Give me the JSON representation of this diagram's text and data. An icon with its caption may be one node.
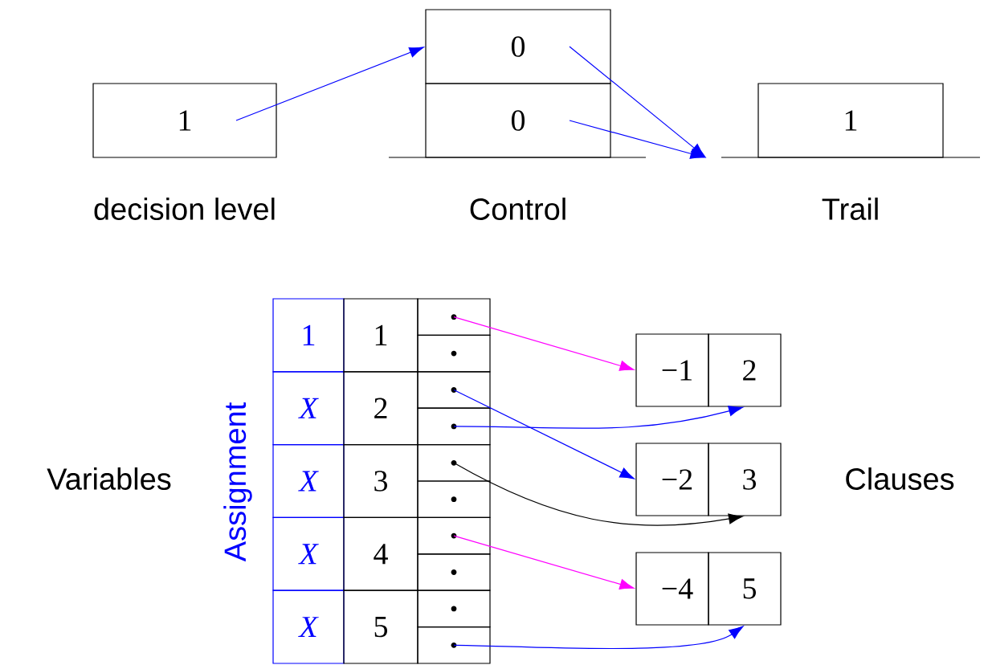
{
  "diagram": {
    "nodes": [
      {
        "text": [
          "1"
        ],
        "beside": [
          "decision level"
        ]
      },
      {
        "text": [
          "0"
        ]
      },
      {
        "text": [
          "0"
        ]
      },
      {
        "text": [
          "1"
        ],
        "beside": [
          "Trail"
        ]
      },
      {
        "text": [
          "1"
        ]
      },
      {
        "text": [
          "X"
        ]
      },
      {
        "text": [
          "X"
        ]
      },
      {
        "text": [
          "X"
        ]
      },
      {
        "text": [
          "X"
        ]
      },
      {
        "text": [
          "1"
        ]
      },
      {
        "text": [
          "2"
        ]
      },
      {
        "text": [
          "3"
        ]
      },
      {
        "text": [
          "4"
        ]
      },
      {
        "text": [
          "5"
        ]
      },
      {
        "text": [],
        "shape": "box"
      },
      {
        "text": [],
        "shape": "box"
      },
      {
        "text": [],
        "shape": "box"
      },
      {
        "text": [],
        "shape": "box"
      },
      {
        "text": [],
        "shape": "box"
      },
      {
        "text": [],
        "shape": "box"
      },
      {
        "text": [],
        "shape": "box"
      },
      {
        "text": [],
        "shape": "box"
      },
      {
        "text": [],
        "shape": "box"
      },
      {
        "text": [],
        "shape": "box"
      },
      {
        "text": [
          "−1"
        ]
      },
      {
        "text": [
          "2"
        ]
      },
      {
        "text": [
          "−2"
        ]
      },
      {
        "text": [
          "3"
        ]
      },
      {
        "text": [
          "−4"
        ]
      },
      {
        "text": [
          "5"
        ]
      }
    ],
    "edges": [
      {
        "from": 0,
        "to": 1,
        "arrow": "to"
      },
      {
        "from": 1,
        "to": 3,
        "arrow": "to"
      },
      {
        "from": 2,
        "to": 3,
        "arrow": "to"
      },
      {
        "from": 14,
        "to": 24,
        "arrow": "to",
        "color": "#ff00ff"
      },
      {
        "from": 16,
        "to": 26,
        "arrow": "to"
      },
      {
        "from": 17,
        "to": 25,
        "arrow": "to"
      },
      {
        "from": 18,
        "to": 27,
        "arrow": "to",
        "color": "#000000"
      },
      {
        "from": 20,
        "to": 28,
        "arrow": "to",
        "color": "#ff00ff"
      },
      {
        "from": 23,
        "to": 29,
        "arrow": "to"
      }
    ],
    "labels": [
      "Control",
      "Assignment",
      "Variables",
      "Clauses"
    ]
  }
}
